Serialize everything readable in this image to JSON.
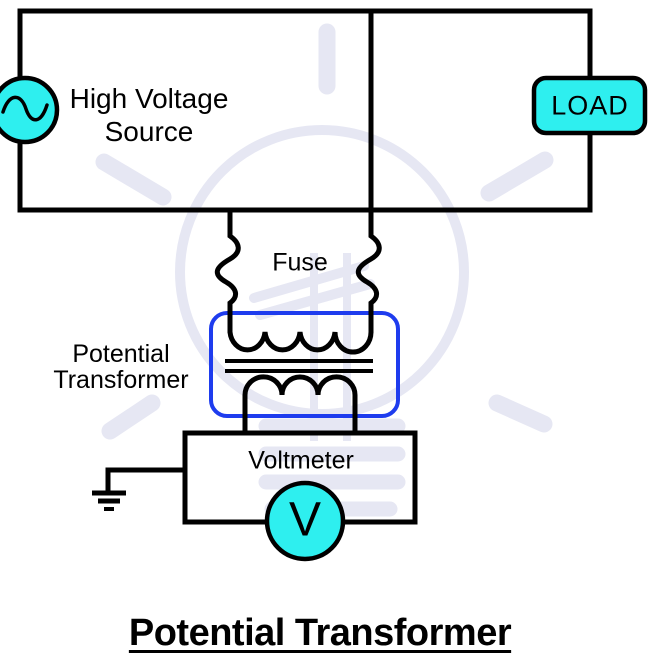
{
  "diagram": {
    "source_label_line1": "High Voltage",
    "source_label_line2": "Source",
    "load_label": "LOAD",
    "fuse_label": "Fuse",
    "transformer_label_line1": "Potential",
    "transformer_label_line2": "Transformer",
    "voltmeter_label": "Voltmeter",
    "voltmeter_symbol": "V",
    "title": "Potential Transformer"
  },
  "colors": {
    "component_fill": "#2eefef",
    "wire": "#000000",
    "transformer_outline": "#1e3cee",
    "watermark": "#e6e7f3"
  }
}
